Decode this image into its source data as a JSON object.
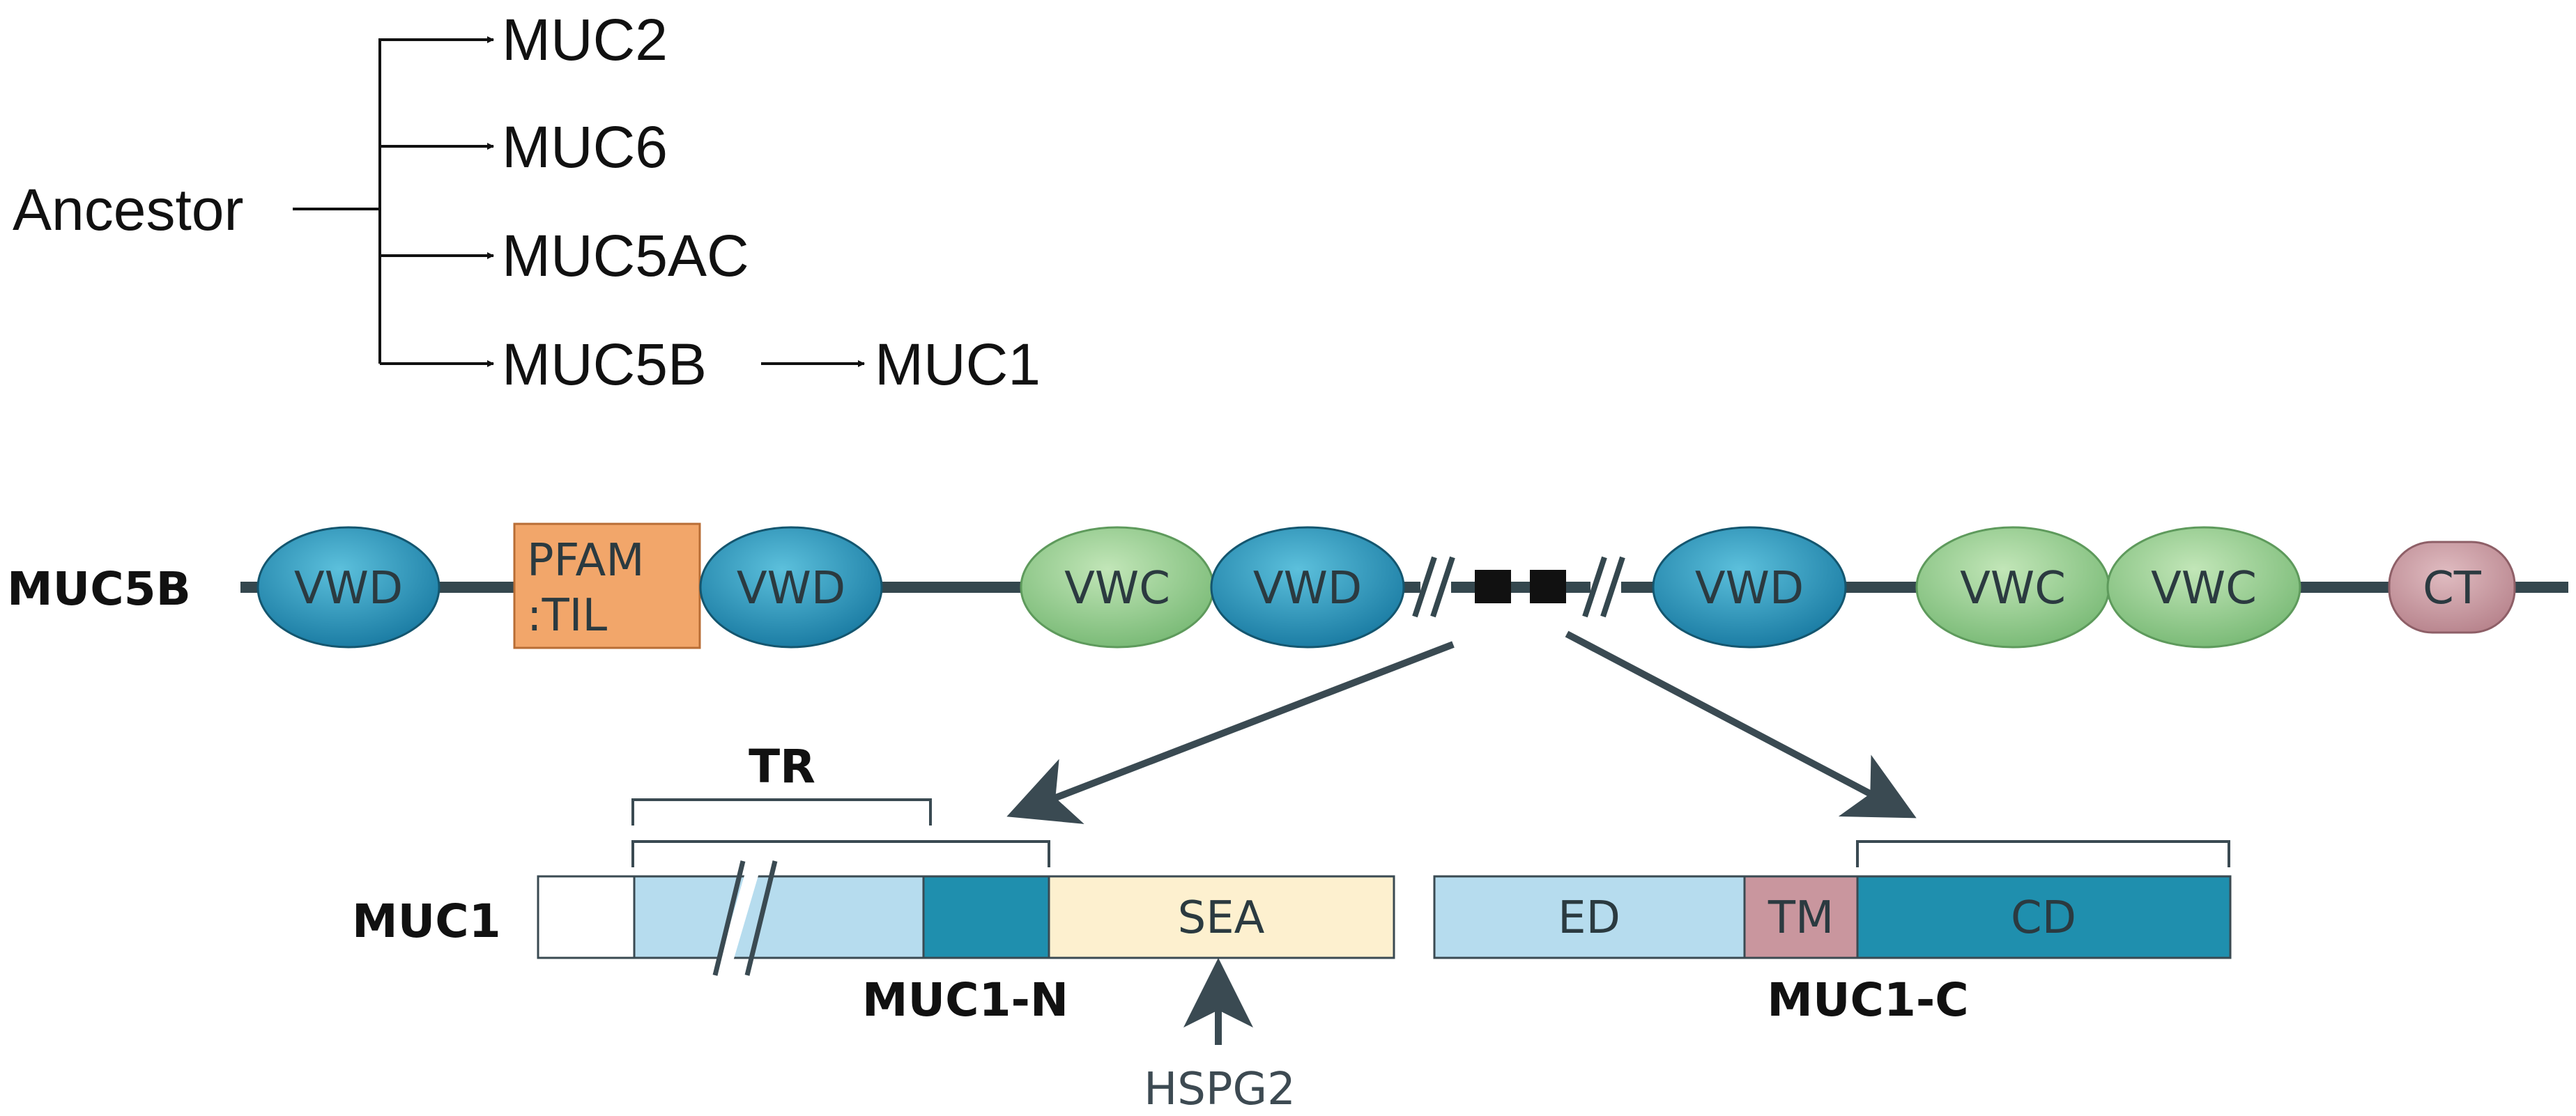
{
  "tree": {
    "root": "Ancestor",
    "children": [
      "MUC2",
      "MUC6",
      "MUC5AC",
      "MUC5B"
    ],
    "derived": "MUC1"
  },
  "muc5b": {
    "label": "MUC5B",
    "domains": [
      {
        "kind": "VWD",
        "lines": [
          "VWD"
        ]
      },
      {
        "kind": "PFAM",
        "lines": [
          "PFAM",
          ":TIL"
        ]
      },
      {
        "kind": "VWD",
        "lines": [
          "VWD"
        ]
      },
      {
        "kind": "VWC",
        "lines": [
          "VWC"
        ]
      },
      {
        "kind": "VWD",
        "lines": [
          "VWD"
        ]
      },
      {
        "kind": "VWD",
        "lines": [
          "VWD"
        ]
      },
      {
        "kind": "VWC",
        "lines": [
          "VWC"
        ]
      },
      {
        "kind": "VWC",
        "lines": [
          "VWC"
        ]
      },
      {
        "kind": "CT",
        "lines": [
          "CT"
        ]
      }
    ]
  },
  "muc1": {
    "label": "MUC1",
    "tr_label": "TR",
    "n_label": "MUC1-N",
    "c_label": "MUC1-C",
    "segments": {
      "sea": "SEA",
      "ed": "ED",
      "tm": "TM",
      "cd": "CD"
    },
    "hspg2": "HSPG2"
  },
  "colors": {
    "vwd": "#1d8fb1",
    "vwc": "#8fc98a",
    "pfam": "#f2a66a",
    "ct": "#c9969e",
    "backbone": "#34474e",
    "tr_light": "#b6dcee",
    "tr_dark": "#1f8fae",
    "sea": "#fdf0cf",
    "ed": "#b6dcee",
    "tm": "#c9969e",
    "cd": "#1f8fae",
    "arrow": "#3a4a52"
  }
}
